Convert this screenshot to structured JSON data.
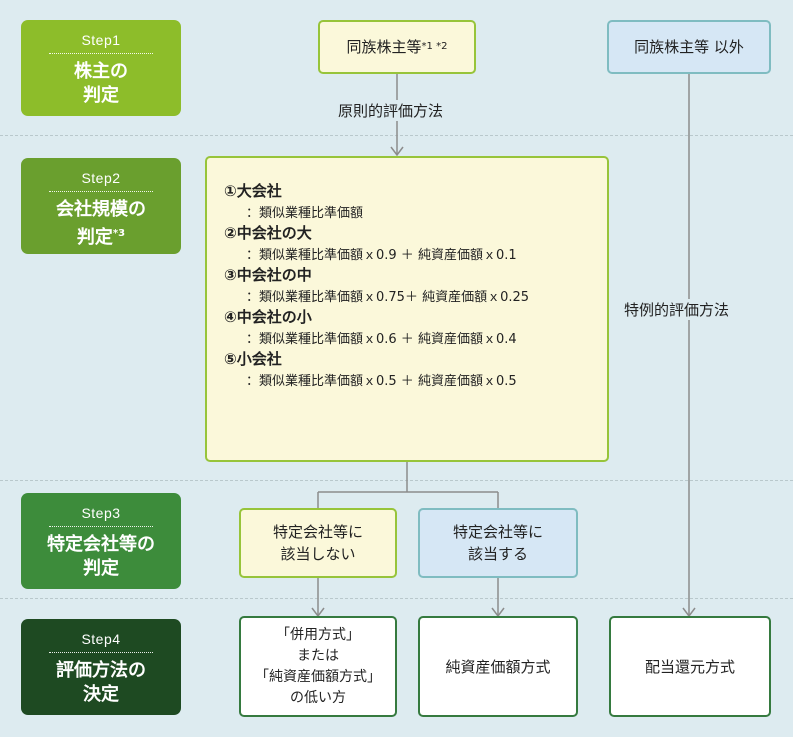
{
  "steps": [
    {
      "label": "Step1",
      "title_lines": [
        "株主の",
        "判定"
      ],
      "title_note": "",
      "color": "#8dbd2a"
    },
    {
      "label": "Step2",
      "title_lines": [
        "会社規模の",
        "判定"
      ],
      "title_note": "*3",
      "color": "#6a9f2e"
    },
    {
      "label": "Step3",
      "title_lines": [
        "特定会社等の",
        "判定"
      ],
      "title_note": "",
      "color": "#3d8c3b"
    },
    {
      "label": "Step4",
      "title_lines": [
        "評価方法の",
        "決定"
      ],
      "title_note": "",
      "color": "#1e4a22"
    }
  ],
  "shareholder": {
    "family": "同族株主等",
    "family_note": "*1 *2",
    "non_family": "同族株主等 以外",
    "principle_method": "原則的評価方法",
    "special_method": "特例的評価方法"
  },
  "company_sizes": [
    {
      "name": "①大会社",
      "formula": "：類似業種比準価額"
    },
    {
      "name": "②中会社の大",
      "formula": "：類似業種比準価額ｘ0.9 ＋ 純資産価額ｘ0.1"
    },
    {
      "name": "③中会社の中",
      "formula": "：類似業種比準価額ｘ0.75＋ 純資産価額ｘ0.25"
    },
    {
      "name": "④中会社の小",
      "formula": "：類似業種比準価額ｘ0.6 ＋ 純資産価額ｘ0.4"
    },
    {
      "name": "⑤小会社",
      "formula": "：類似業種比準価額ｘ0.5 ＋ 純資産価額ｘ0.5"
    }
  ],
  "specific": {
    "not_applicable_lines": [
      "特定会社等に",
      "該当しない"
    ],
    "applicable_lines": [
      "特定会社等に",
      "該当する"
    ]
  },
  "methods": {
    "combined_lines": [
      "「併用方式」",
      "または",
      "「純資産価額方式」",
      "の低い方"
    ],
    "net_asset": "純資産価額方式",
    "dividend": "配当還元方式"
  }
}
